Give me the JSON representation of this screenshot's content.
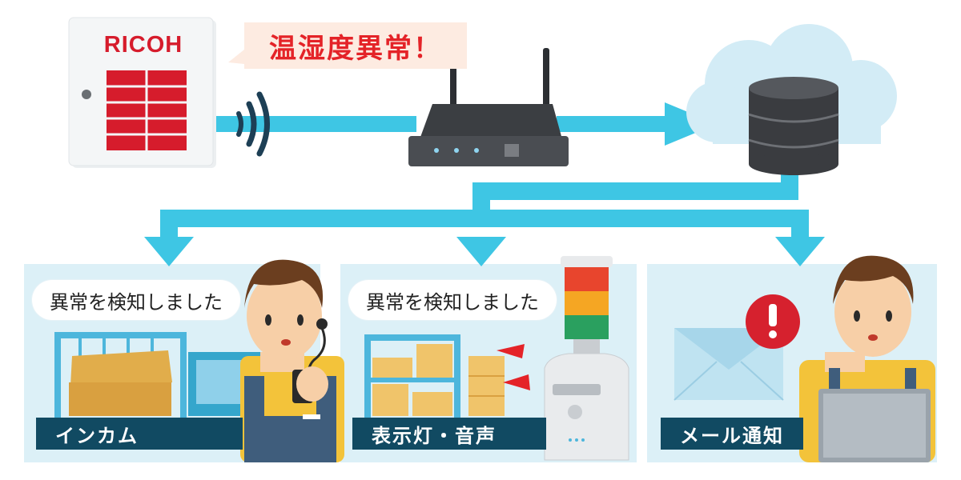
{
  "device": {
    "brand": "RICOH"
  },
  "alert": {
    "text": "温湿度異常！"
  },
  "panels": [
    {
      "speech": "異常を検知しました",
      "banner": "インカム"
    },
    {
      "speech": "異常を検知しました",
      "banner": "表示灯・音声"
    },
    {
      "banner": "メール通知"
    }
  ],
  "colors": {
    "arrow": "#3ec6e4",
    "panel_bg": "#dcf0f7",
    "banner_bg": "#114a62",
    "alert_text": "#e42328",
    "brand_red": "#d61c2c"
  },
  "icons": [
    "sensor-device",
    "wifi-icon",
    "router-icon",
    "cloud-icon",
    "database-icon",
    "warning-icon",
    "mail-icon",
    "signal-tower-icon"
  ]
}
